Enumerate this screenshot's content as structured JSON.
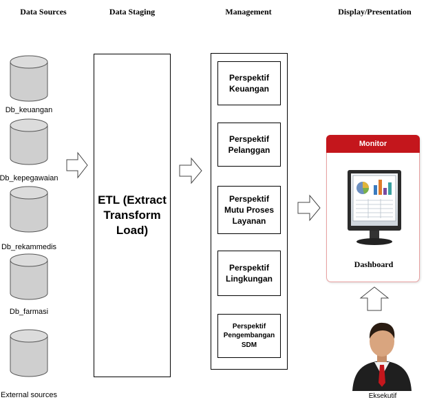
{
  "headers": {
    "data_sources": "Data Sources",
    "data_staging": "Data Staging",
    "management": "Management",
    "display": "Display/Presentation"
  },
  "databases": [
    {
      "label": "Db_keuangan"
    },
    {
      "label": "Db_kepegawaian"
    },
    {
      "label": "Db_rekammedis"
    },
    {
      "label": "Db_farmasi"
    },
    {
      "label": "External sources"
    }
  ],
  "etl": {
    "text": "ETL (Extract\nTransform\nLoad)"
  },
  "perspectives": [
    {
      "text": "Perspektif\nKeuangan"
    },
    {
      "text": "Perspektif\nPelanggan"
    },
    {
      "text": "Perspektif\nMutu Proses\nLayanan"
    },
    {
      "text": "Perspektif\nLingkungan"
    },
    {
      "text": "Perspektif\nPengembangan\nSDM"
    }
  ],
  "monitor": {
    "title": "Monitor",
    "caption": "Dashboard"
  },
  "executive": {
    "label": "Eksekutif"
  },
  "colors": {
    "accent_red": "#c4161c",
    "db_gray": "#cfcfcf"
  }
}
